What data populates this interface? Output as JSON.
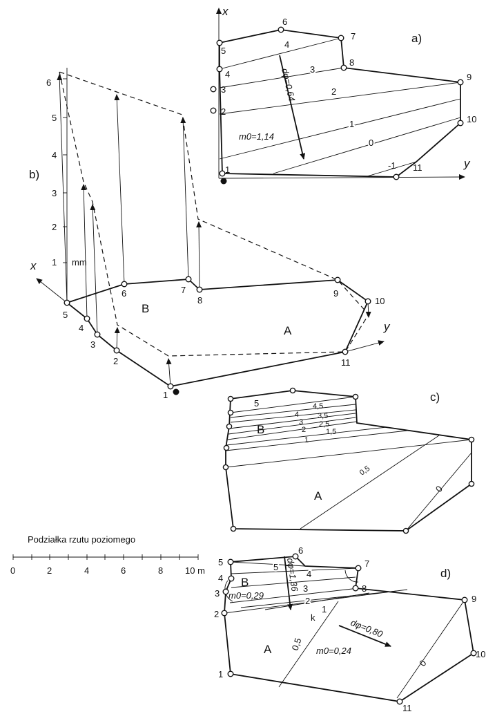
{
  "diagram": {
    "panels": {
      "a": {
        "label": "a)",
        "axis_x": "x",
        "axis_y": "y",
        "points": [
          "1",
          "2",
          "3",
          "4",
          "5",
          "6",
          "7",
          "8",
          "9",
          "10",
          "11"
        ],
        "contours": [
          "4",
          "3",
          "2",
          "1",
          "0",
          "-1"
        ],
        "gradient": "dφ=0,64",
        "modulus": "m0=1,14"
      },
      "b": {
        "label": "b)",
        "axis_x": "x",
        "axis_y": "y",
        "points": [
          "1",
          "2",
          "3",
          "4",
          "5",
          "6",
          "7",
          "8",
          "9",
          "10",
          "11"
        ],
        "ticks": [
          "1",
          "2",
          "3",
          "4",
          "5",
          "6"
        ],
        "unit": "mm",
        "areas": [
          "A",
          "B"
        ]
      },
      "c": {
        "label": "c)",
        "contours": [
          "5",
          "4,5",
          "4",
          "3,5",
          "3",
          "2,5",
          "2",
          "1,5",
          "1",
          "0,5",
          "0"
        ],
        "areas": [
          "A",
          "B"
        ]
      },
      "d": {
        "label": "d)",
        "points": [
          "1",
          "2",
          "3",
          "4",
          "5",
          "6",
          "7",
          "8",
          "9",
          "10",
          "11"
        ],
        "contours": [
          "5",
          "4",
          "3",
          "2",
          "1",
          "0,5",
          "0"
        ],
        "gradient_b": "dφ=1,36",
        "modulus_b": "m0=0,29",
        "gradient_a": "dφ=0,80",
        "modulus_a": "m0=0,24",
        "k_label": "k",
        "areas": [
          "A",
          "B"
        ]
      }
    },
    "scale": {
      "title": "Podziałka rzutu poziomego",
      "ticks": [
        "0",
        "2",
        "4",
        "6",
        "8",
        "10 m"
      ]
    }
  }
}
